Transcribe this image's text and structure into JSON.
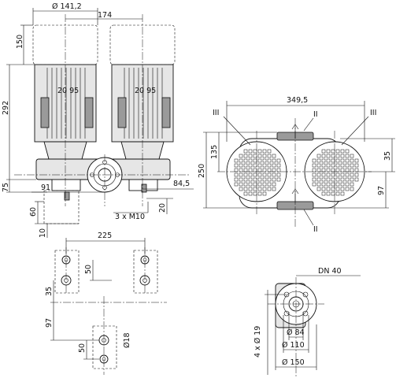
{
  "dimensions": {
    "motor_diameter": "Ø 141,2",
    "motor_spacing": "174",
    "motor_top_offset": "150",
    "motor_height": "292",
    "base_height": "75",
    "flange_offset": "91",
    "pump_offset": "84,5",
    "foot_height": "60",
    "foot_step": "10",
    "bolt_spec": "3 x M10",
    "bolt_offset": "20",
    "total_width": "349,5",
    "total_depth": "250",
    "top_offset_left": "135",
    "top_offset_right": "35",
    "bottom_offset": "97",
    "foot_spacing": "225",
    "foot_height_plan": "50",
    "plan_offset_35": "35",
    "plan_offset_97": "97",
    "foot_height_plan_lower": "50",
    "hole_diameter": "Ø18",
    "nominal_diameter": "DN 40",
    "bolt_holes": "4 x Ø 19",
    "flange_bore": "Ø 84",
    "flange_bolt_circle": "Ø 110",
    "flange_outer": "Ø 150"
  },
  "callouts": {
    "position_II_top": "II",
    "position_II_bottom": "II",
    "position_III_left": "III",
    "position_III_right": "III"
  },
  "motor_nameplate": {
    "left": "20  95",
    "right": "20  95"
  }
}
